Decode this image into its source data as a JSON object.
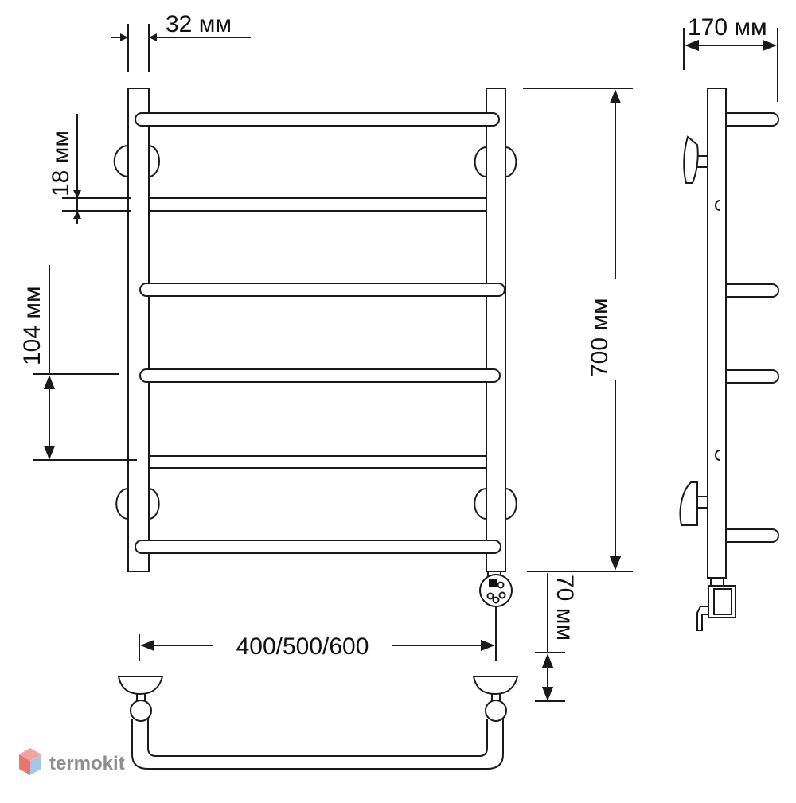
{
  "dimensions": {
    "bar_width": "32 мм",
    "depth": "170 мм",
    "bar_thickness": "18 мм",
    "bar_spacing": "104 мм",
    "height": "700 мм",
    "heater_length": "70 мм",
    "width_options": "400/500/600"
  },
  "watermark": {
    "text": "termokit"
  },
  "colors": {
    "line": "#1a1a1a",
    "background": "#ffffff",
    "watermark_text": "#8e8e8e",
    "logo_top": "#f2a39f",
    "logo_left": "#e8756e",
    "logo_right": "#a9c4e6"
  }
}
